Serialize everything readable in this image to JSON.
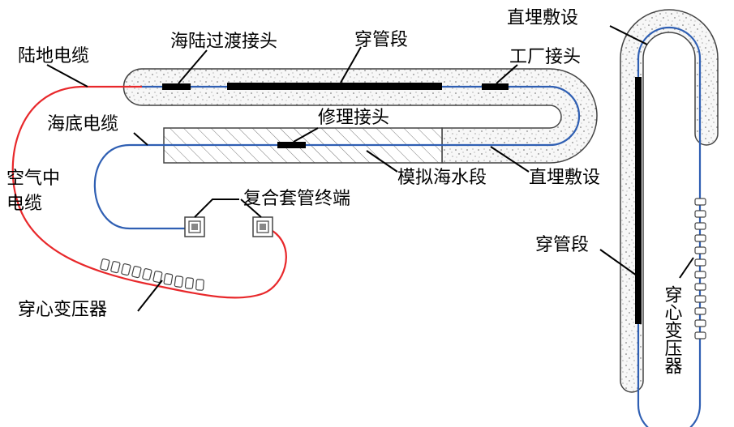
{
  "labels": {
    "land_cable": "陆地电缆",
    "sea_land_joint": "海陆过渡接头",
    "conduit_top": "穿管段",
    "factory_joint": "工厂接头",
    "direct_burial_top": "直埋敷设",
    "submarine_cable": "海底电缆",
    "repair_joint": "修理接头",
    "air_cable_1": "空气中",
    "air_cable_2": "电缆",
    "composite_terminal": "复合套管终端",
    "simulated_seawater": "模拟海水段",
    "direct_burial_mid": "直埋敷设",
    "ct_left": "穿心变压器",
    "conduit_right": "穿管段",
    "ct_right": "穿心变压器"
  },
  "colors": {
    "land_cable": "#e8282b",
    "submarine_cable": "#2f5fb3",
    "conduit": "#000000",
    "outline": "#444444"
  }
}
